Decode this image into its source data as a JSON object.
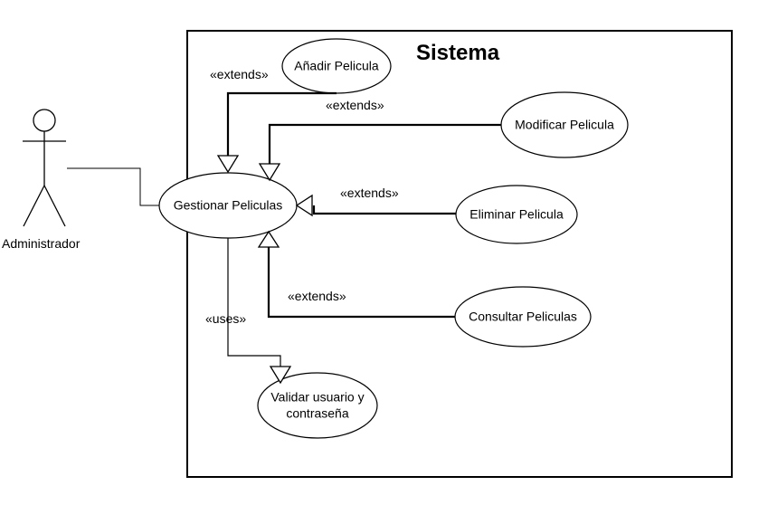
{
  "system": {
    "title": "Sistema"
  },
  "actor": {
    "name": "Administrador"
  },
  "use_cases": {
    "gestionar": "Gestionar Peliculas",
    "anadir": "Añadir Pelicula",
    "modificar": "Modificar Pelicula",
    "eliminar": "Eliminar Pelicula",
    "consultar": "Consultar Peliculas",
    "validar_line1": "Validar usuario y",
    "validar_line2": "contraseña"
  },
  "relations": {
    "extends_anadir": "«extends»",
    "extends_modificar": "«extends»",
    "extends_eliminar": "«extends»",
    "extends_consultar": "«extends»",
    "uses_validar": "«uses»"
  }
}
